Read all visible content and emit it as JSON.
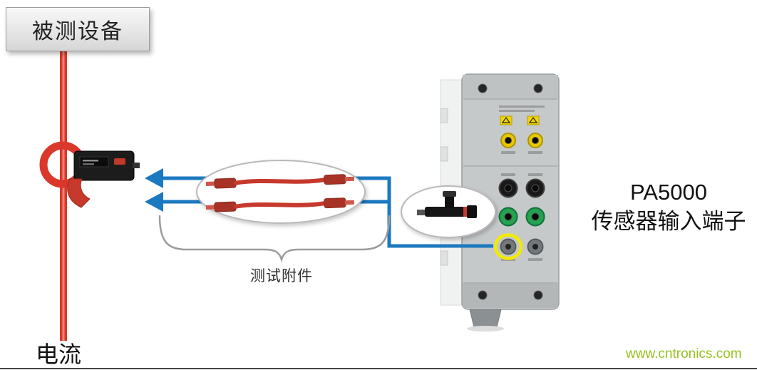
{
  "labels": {
    "device_box": "被测设备",
    "current": "电流",
    "test_accessories": "测试附件",
    "panel_title_line1": "PA5000",
    "panel_title_line2": "传感器输入端子",
    "watermark": "www.cntronics.com"
  },
  "colors": {
    "wire_red": "#da382b",
    "lead_red": "#c6392c",
    "arrow_blue": "#1b79c0",
    "highlight_yellow": "#f2ea00",
    "terminal_yellow": "#e8c800",
    "terminal_green": "#23a24f",
    "panel_gray": "#c6c9ca",
    "brace_gray": "#9b9b9b",
    "watermark_green": "#95c11f"
  },
  "icons": {
    "clamp": "current-clamp-probe",
    "leads": "banana-test-leads",
    "adapter": "sensor-cable-adapter",
    "panel": "pa5000-sensor-input-terminals",
    "highlight": "terminal-highlight-ring"
  }
}
